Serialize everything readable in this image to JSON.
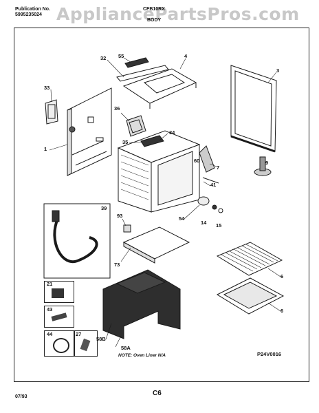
{
  "header": {
    "publication_label": "Publication No.",
    "publication_number": "5995235024",
    "model": "CFB10RX",
    "section": "BODY"
  },
  "watermark": "AppliancePartsPros.com",
  "parts": {
    "p1": "1",
    "p3": "3",
    "p4": "4",
    "p6a": "6",
    "p6b": "6",
    "p7": "7",
    "p9": "9",
    "p14": "14",
    "p15": "15",
    "p21": "21",
    "p27": "27",
    "p32": "32",
    "p33": "33",
    "p34": "34",
    "p35": "35",
    "p36": "36",
    "p39": "39",
    "p41": "41",
    "p43": "43",
    "p44": "44",
    "p54": "54",
    "p55": "55",
    "p58a": "58A",
    "p58b": "58B",
    "p60": "60",
    "p73": "73",
    "p93": "93"
  },
  "note": "NOTE: Oven Liner N/A",
  "diagram_code": "P24V0016",
  "footer": {
    "date": "07/93",
    "page": "C6"
  },
  "colors": {
    "line": "#1a1a1a",
    "shade": "#3a3a3a",
    "watermark": "#c8c8c8"
  }
}
